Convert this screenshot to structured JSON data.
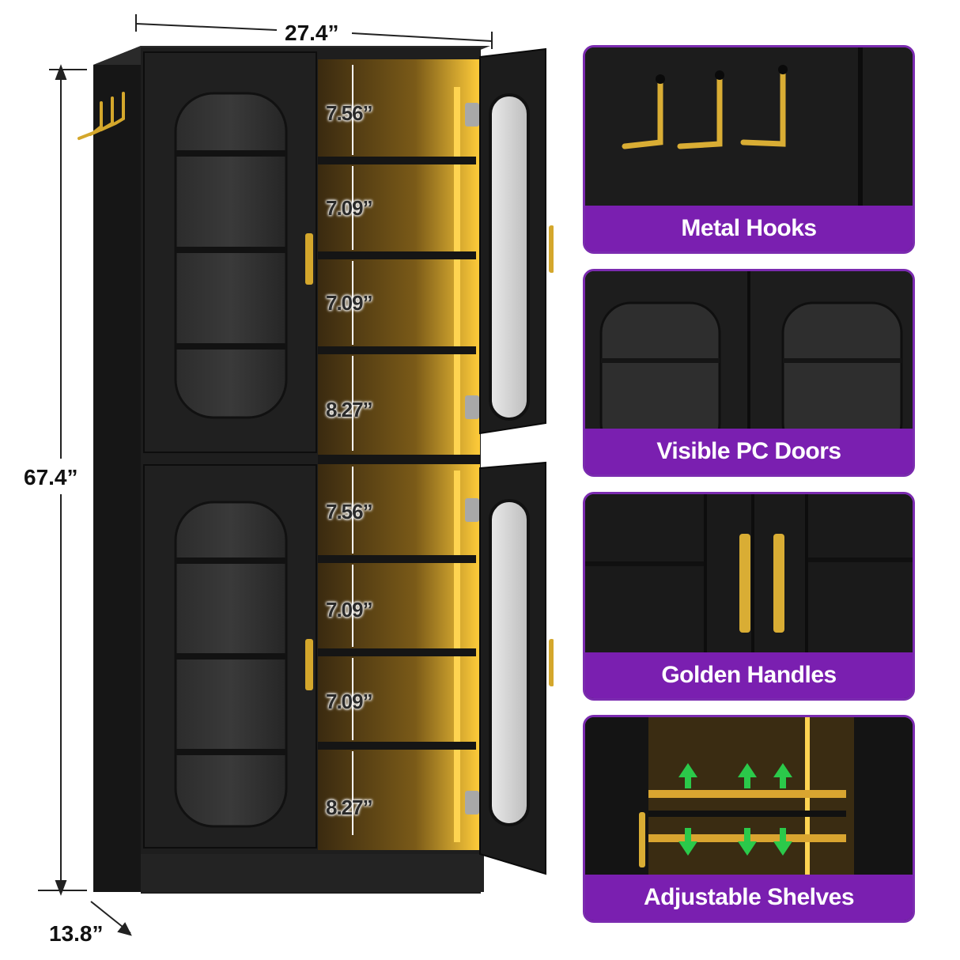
{
  "dimensions": {
    "width": "27.4”",
    "height": "67.4”",
    "depth": "13.8”"
  },
  "upper_shelf_gaps": [
    "7.56”",
    "7.09”",
    "7.09”",
    "8.27”"
  ],
  "lower_shelf_gaps": [
    "7.56”",
    "7.09”",
    "7.09”",
    "8.27”"
  ],
  "features": [
    {
      "label": "Metal Hooks"
    },
    {
      "label": "Visible PC Doors"
    },
    {
      "label": "Golden Handles"
    },
    {
      "label": "Adjustable Shelves"
    }
  ],
  "colors": {
    "cabinet": "#1e1e1e",
    "gold": "#d4a72c",
    "led": "#ffcc3a",
    "accent_purple": "#7a1fb0"
  }
}
